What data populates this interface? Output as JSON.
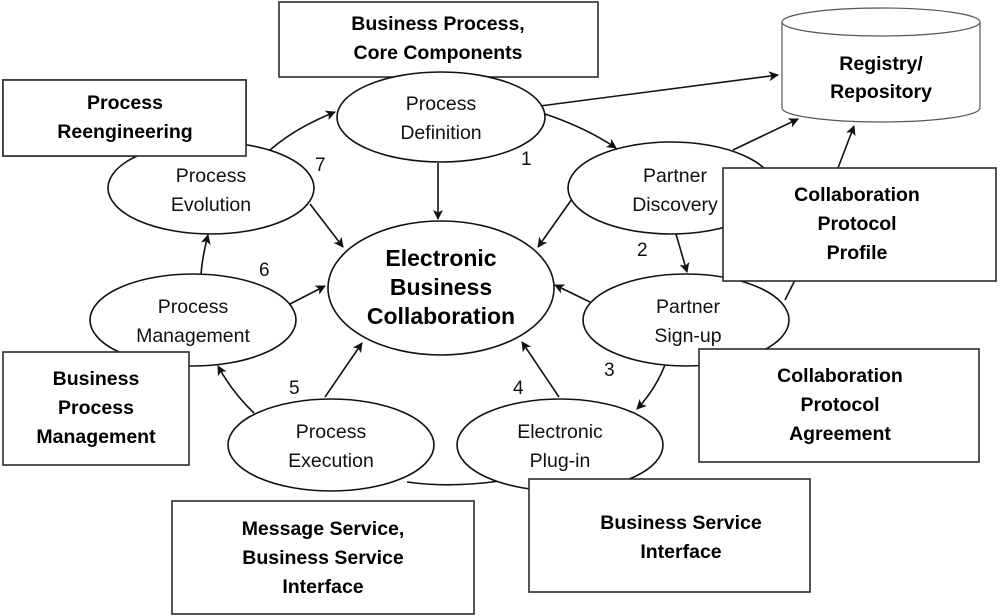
{
  "diagram": {
    "center": {
      "lines": [
        "Electronic",
        "Business",
        "Collaboration"
      ]
    },
    "phases": [
      {
        "id": "process-definition",
        "lines": [
          "Process",
          "Definition"
        ],
        "step": "1"
      },
      {
        "id": "partner-discovery",
        "lines": [
          "Partner",
          "Discovery"
        ],
        "step": "2"
      },
      {
        "id": "partner-signup",
        "lines": [
          "Partner",
          "Sign-up"
        ],
        "step": "3"
      },
      {
        "id": "electronic-plugin",
        "lines": [
          "Electronic",
          "Plug-in"
        ],
        "step": "4"
      },
      {
        "id": "process-execution",
        "lines": [
          "Process",
          "Execution"
        ],
        "step": "5"
      },
      {
        "id": "process-management",
        "lines": [
          "Process",
          "Management"
        ],
        "step": "6"
      },
      {
        "id": "process-evolution",
        "lines": [
          "Process",
          "Evolution"
        ],
        "step": "7"
      }
    ],
    "artifacts": [
      {
        "id": "business-process-core-components",
        "lines": [
          "Business Process,",
          "Core Components"
        ]
      },
      {
        "id": "process-reengineering",
        "lines": [
          "Process",
          "Reengineering"
        ]
      },
      {
        "id": "collaboration-protocol-profile",
        "lines": [
          "Collaboration",
          "Protocol",
          "Profile"
        ]
      },
      {
        "id": "collaboration-protocol-agreement",
        "lines": [
          "Collaboration",
          "Protocol",
          "Agreement"
        ]
      },
      {
        "id": "business-process-management",
        "lines": [
          "Business",
          "Process",
          "Management"
        ]
      },
      {
        "id": "message-service-bsi",
        "lines": [
          "Message Service,",
          "Business Service",
          "Interface"
        ]
      },
      {
        "id": "business-service-interface",
        "lines": [
          "Business Service",
          "Interface"
        ]
      }
    ],
    "store": {
      "lines": [
        "Registry/",
        "Repository"
      ]
    },
    "colors": {
      "stroke": "#111111",
      "background": "#ffffff"
    }
  }
}
